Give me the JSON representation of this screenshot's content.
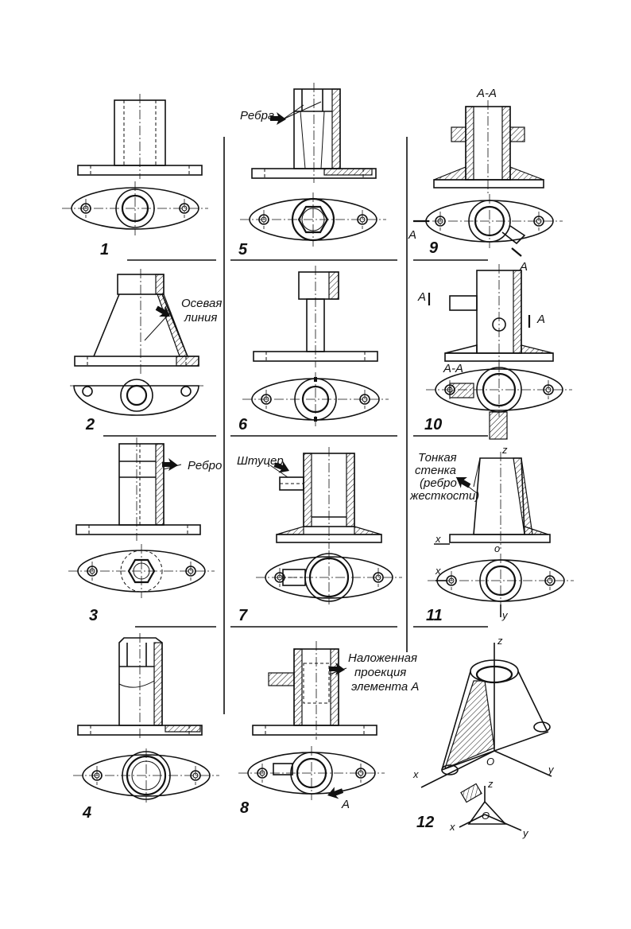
{
  "figures": [
    {
      "number": "1"
    },
    {
      "number": "2",
      "callout": "Осевая линия"
    },
    {
      "number": "3",
      "callout": "Ребро"
    },
    {
      "number": "4"
    },
    {
      "number": "5",
      "callout": "Ребра"
    },
    {
      "number": "6"
    },
    {
      "number": "7",
      "callout": "Штуцер"
    },
    {
      "number": "8",
      "callout": "Наложенная проекция элемента А",
      "mark": "A"
    },
    {
      "number": "9",
      "section_title": "А-А",
      "mark": "A"
    },
    {
      "number": "10",
      "section_title": "А-А",
      "mark": "A"
    },
    {
      "number": "11",
      "callout": "Тонкая стенка (ребро жесткости)",
      "axes": [
        "x",
        "y",
        "z",
        "o"
      ]
    },
    {
      "number": "12",
      "axes": [
        "x",
        "y",
        "z",
        "O"
      ]
    }
  ],
  "callout_lines": {
    "fig2": [
      "Осевая",
      "линия"
    ],
    "fig8": [
      "Наложенная",
      "проекция",
      "элемента А"
    ],
    "fig11": [
      "Тонкая",
      "стенка",
      "(ребро",
      "жесткости)"
    ]
  }
}
